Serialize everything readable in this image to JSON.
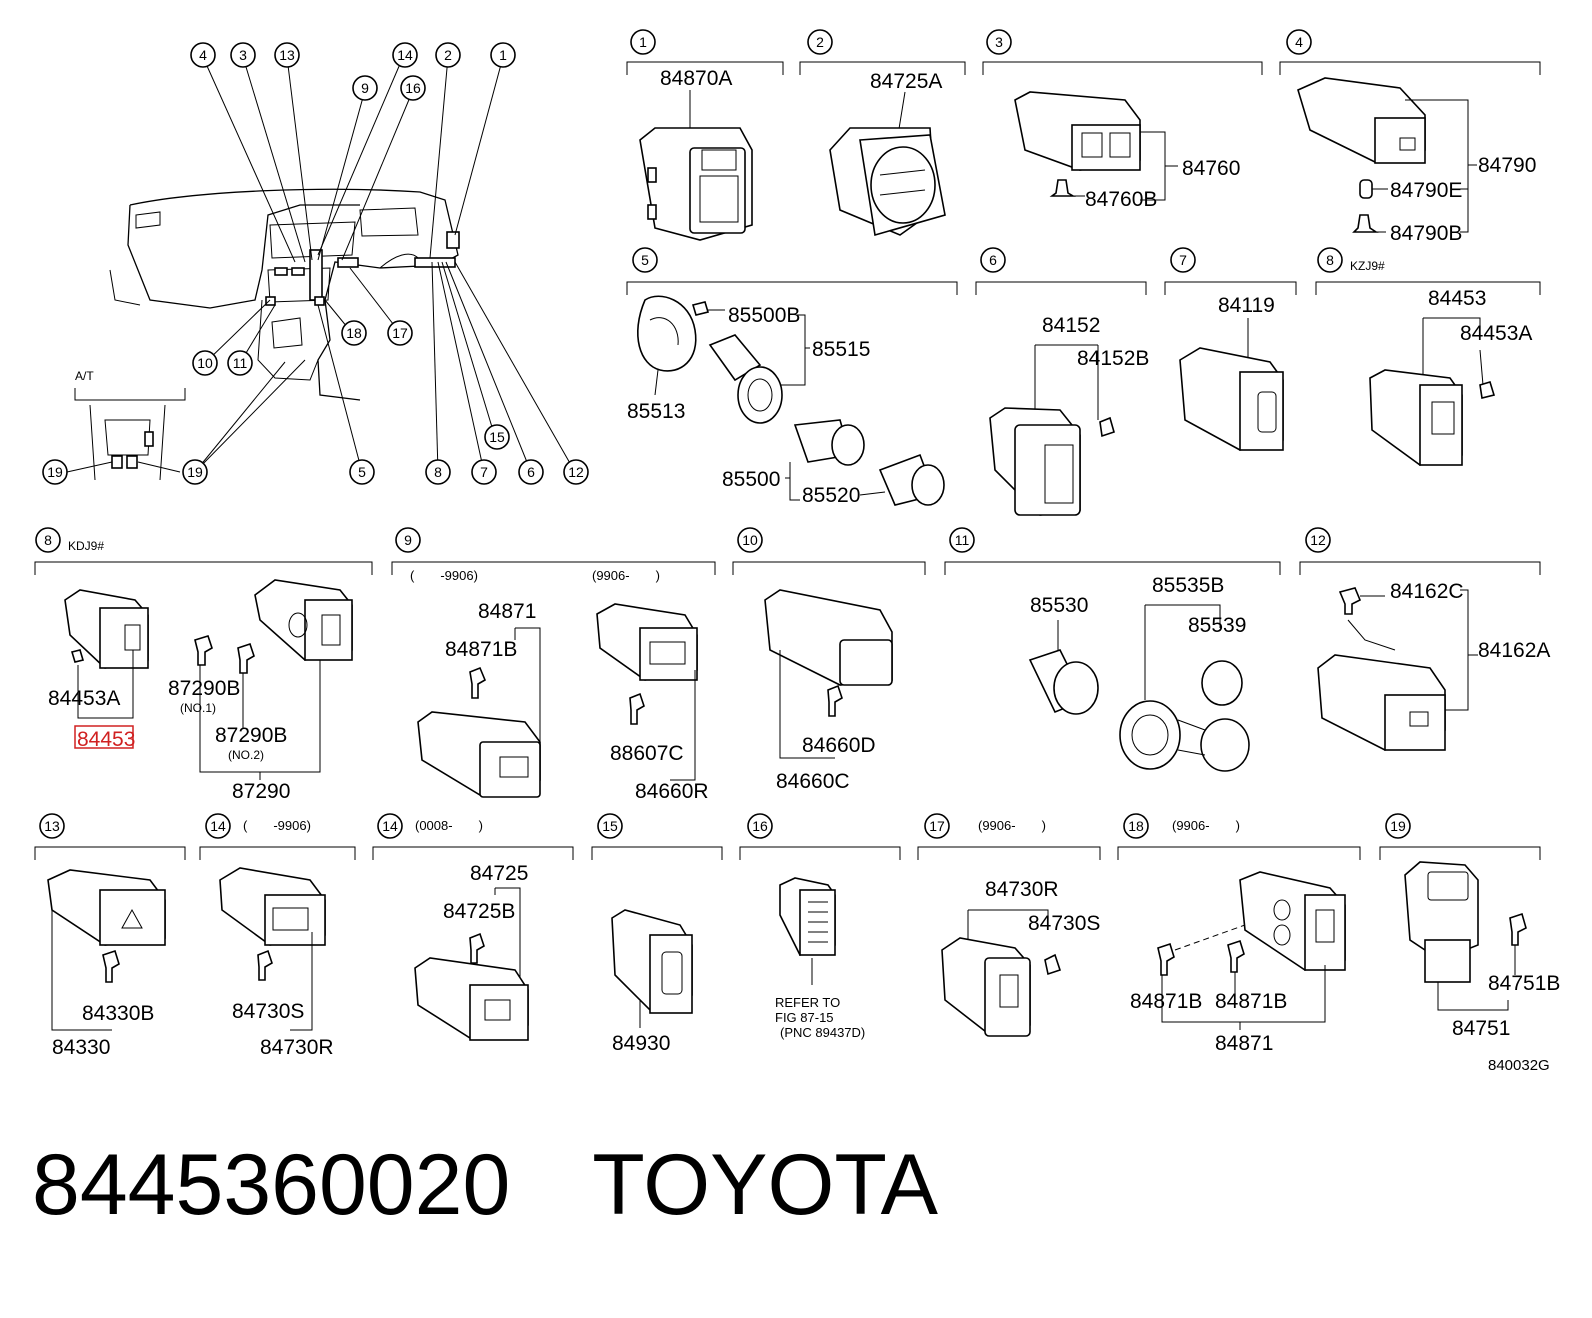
{
  "overview": {
    "callouts": [
      "4",
      "3",
      "13",
      "14",
      "2",
      "1",
      "9",
      "16",
      "10",
      "11",
      "18",
      "17",
      "5",
      "8",
      "7",
      "6",
      "12",
      "15",
      "19",
      "19"
    ],
    "at_label": "A/T"
  },
  "sections": {
    "s1": {
      "num": "1",
      "labels": [
        "84870A"
      ]
    },
    "s2": {
      "num": "2",
      "labels": [
        "84725A"
      ]
    },
    "s3": {
      "num": "3",
      "labels": [
        "84760",
        "84760B"
      ]
    },
    "s4": {
      "num": "4",
      "labels": [
        "84790",
        "84790E",
        "84790B"
      ]
    },
    "s5": {
      "num": "5",
      "labels": [
        "85500B",
        "85515",
        "85513",
        "85500",
        "85520"
      ]
    },
    "s6": {
      "num": "6",
      "labels": [
        "84152",
        "84152B"
      ]
    },
    "s7": {
      "num": "7",
      "labels": [
        "84119"
      ]
    },
    "s8a": {
      "num": "8",
      "note": "KZJ9#",
      "labels": [
        "84453",
        "84453A"
      ]
    },
    "s8b": {
      "num": "8",
      "note": "KDJ9#",
      "labels": [
        "84453A",
        "84453",
        "87290B",
        "(NO.1)",
        "87290B",
        "(NO.2)",
        "87290"
      ]
    },
    "s9": {
      "num": "9",
      "ranges": [
        "(　　-9906)",
        "(9906-　　)"
      ],
      "labels": [
        "84871",
        "84871B",
        "88607C",
        "84660R"
      ]
    },
    "s10": {
      "num": "10",
      "labels": [
        "84660D",
        "84660C"
      ]
    },
    "s11": {
      "num": "11",
      "labels": [
        "85530",
        "85535B",
        "85539"
      ]
    },
    "s12": {
      "num": "12",
      "labels": [
        "84162C",
        "84162A"
      ]
    },
    "s13": {
      "num": "13",
      "labels": [
        "84330B",
        "84330"
      ]
    },
    "s14a": {
      "num": "14",
      "range": "(　　-9906)",
      "labels": [
        "84730S",
        "84730R"
      ]
    },
    "s14b": {
      "num": "14",
      "range": "(0008-　　)",
      "labels": [
        "84725",
        "84725B"
      ]
    },
    "s15": {
      "num": "15",
      "labels": [
        "84930"
      ]
    },
    "s16": {
      "num": "16",
      "refer": [
        "REFER TO",
        "FIG 87-15",
        "(PNC 89437D)"
      ]
    },
    "s17": {
      "num": "17",
      "range": "(9906-　　)",
      "labels": [
        "84730R",
        "84730S"
      ]
    },
    "s18": {
      "num": "18",
      "range": "(9906-　　)",
      "labels": [
        "84871B",
        "84871B",
        "84871"
      ]
    },
    "s19": {
      "num": "19",
      "labels": [
        "84751B",
        "84751"
      ]
    }
  },
  "diagram_code": "840032G",
  "footer": {
    "part_number": "8445360020",
    "brand": "TOYOTA"
  }
}
